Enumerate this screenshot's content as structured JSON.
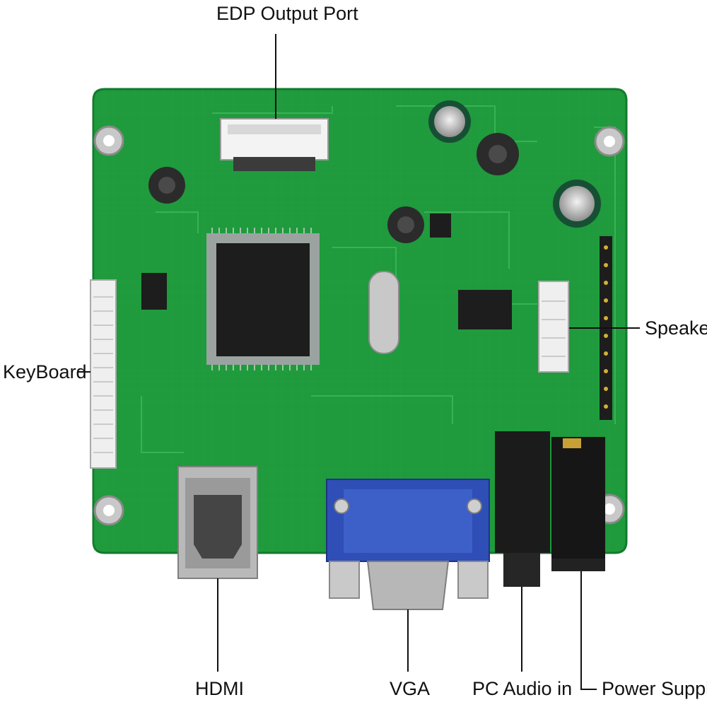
{
  "labels": {
    "edp_output_port": "EDP Output Port",
    "keyboard": "KeyBoard",
    "speaker": "Speaker",
    "hdmi": "HDMI",
    "vga": "VGA",
    "pc_audio_in": "PC Audio in",
    "power_supply": "Power Supply"
  },
  "colors": {
    "pcb_green": "#1f9a3c",
    "pcb_dark_green": "#127a2c",
    "trace_green": "#3fb85a",
    "chip_black": "#1d1d1d",
    "vga_blue": "#2f4fb6",
    "metal_silver": "#b9b9b9",
    "connector_white": "#ececec",
    "label_text": "#111111"
  }
}
